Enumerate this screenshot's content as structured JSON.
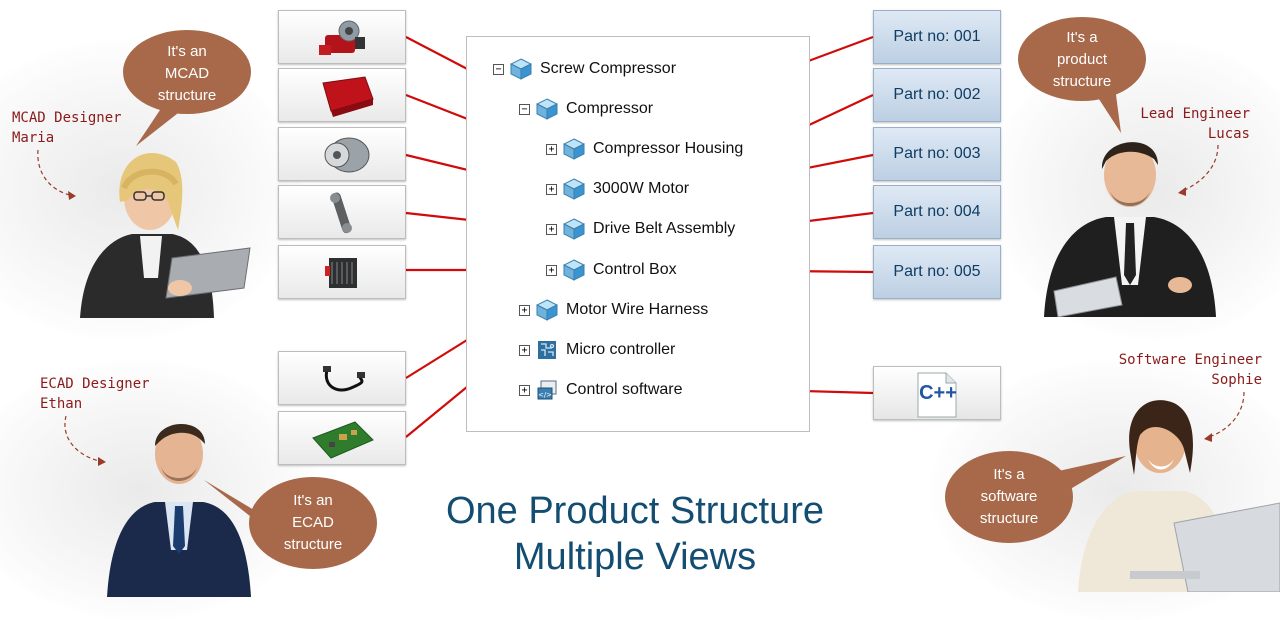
{
  "tree": {
    "nodes": [
      {
        "label": "Screw Compressor",
        "expander": "−"
      },
      {
        "label": "Compressor",
        "expander": "−"
      },
      {
        "label": "Compressor Housing",
        "expander": "+"
      },
      {
        "label": "3000W Motor",
        "expander": "+"
      },
      {
        "label": "Drive Belt Assembly",
        "expander": "+"
      },
      {
        "label": "Control Box",
        "expander": "+"
      },
      {
        "label": "Motor Wire Harness",
        "expander": "+"
      },
      {
        "label": "Micro controller",
        "expander": "+"
      },
      {
        "label": "Control software",
        "expander": "+"
      }
    ]
  },
  "parts": [
    "Part no: 001",
    "Part no: 002",
    "Part no: 003",
    "Part no: 004",
    "Part no: 005"
  ],
  "software_icon_text": "C++",
  "bubbles": {
    "mcad": [
      "It's an",
      "MCAD",
      "structure"
    ],
    "product": [
      "It's a",
      "product",
      "structure"
    ],
    "ecad": [
      "It's an",
      "ECAD",
      "structure"
    ],
    "software": [
      "It's a",
      "software",
      "structure"
    ]
  },
  "roles": {
    "mcad": [
      "MCAD Designer",
      "Maria"
    ],
    "lead": [
      "Lead Engineer",
      "Lucas"
    ],
    "ecad": [
      "ECAD Designer",
      "Ethan"
    ],
    "software": [
      "Software Engineer",
      "Sophie"
    ]
  },
  "headline": [
    "One Product Structure",
    "Multiple Views"
  ],
  "colors": {
    "connector": "#d10a0a",
    "bubble": "#a7694a",
    "headline": "#134d72",
    "role": "#8b1a1a"
  }
}
